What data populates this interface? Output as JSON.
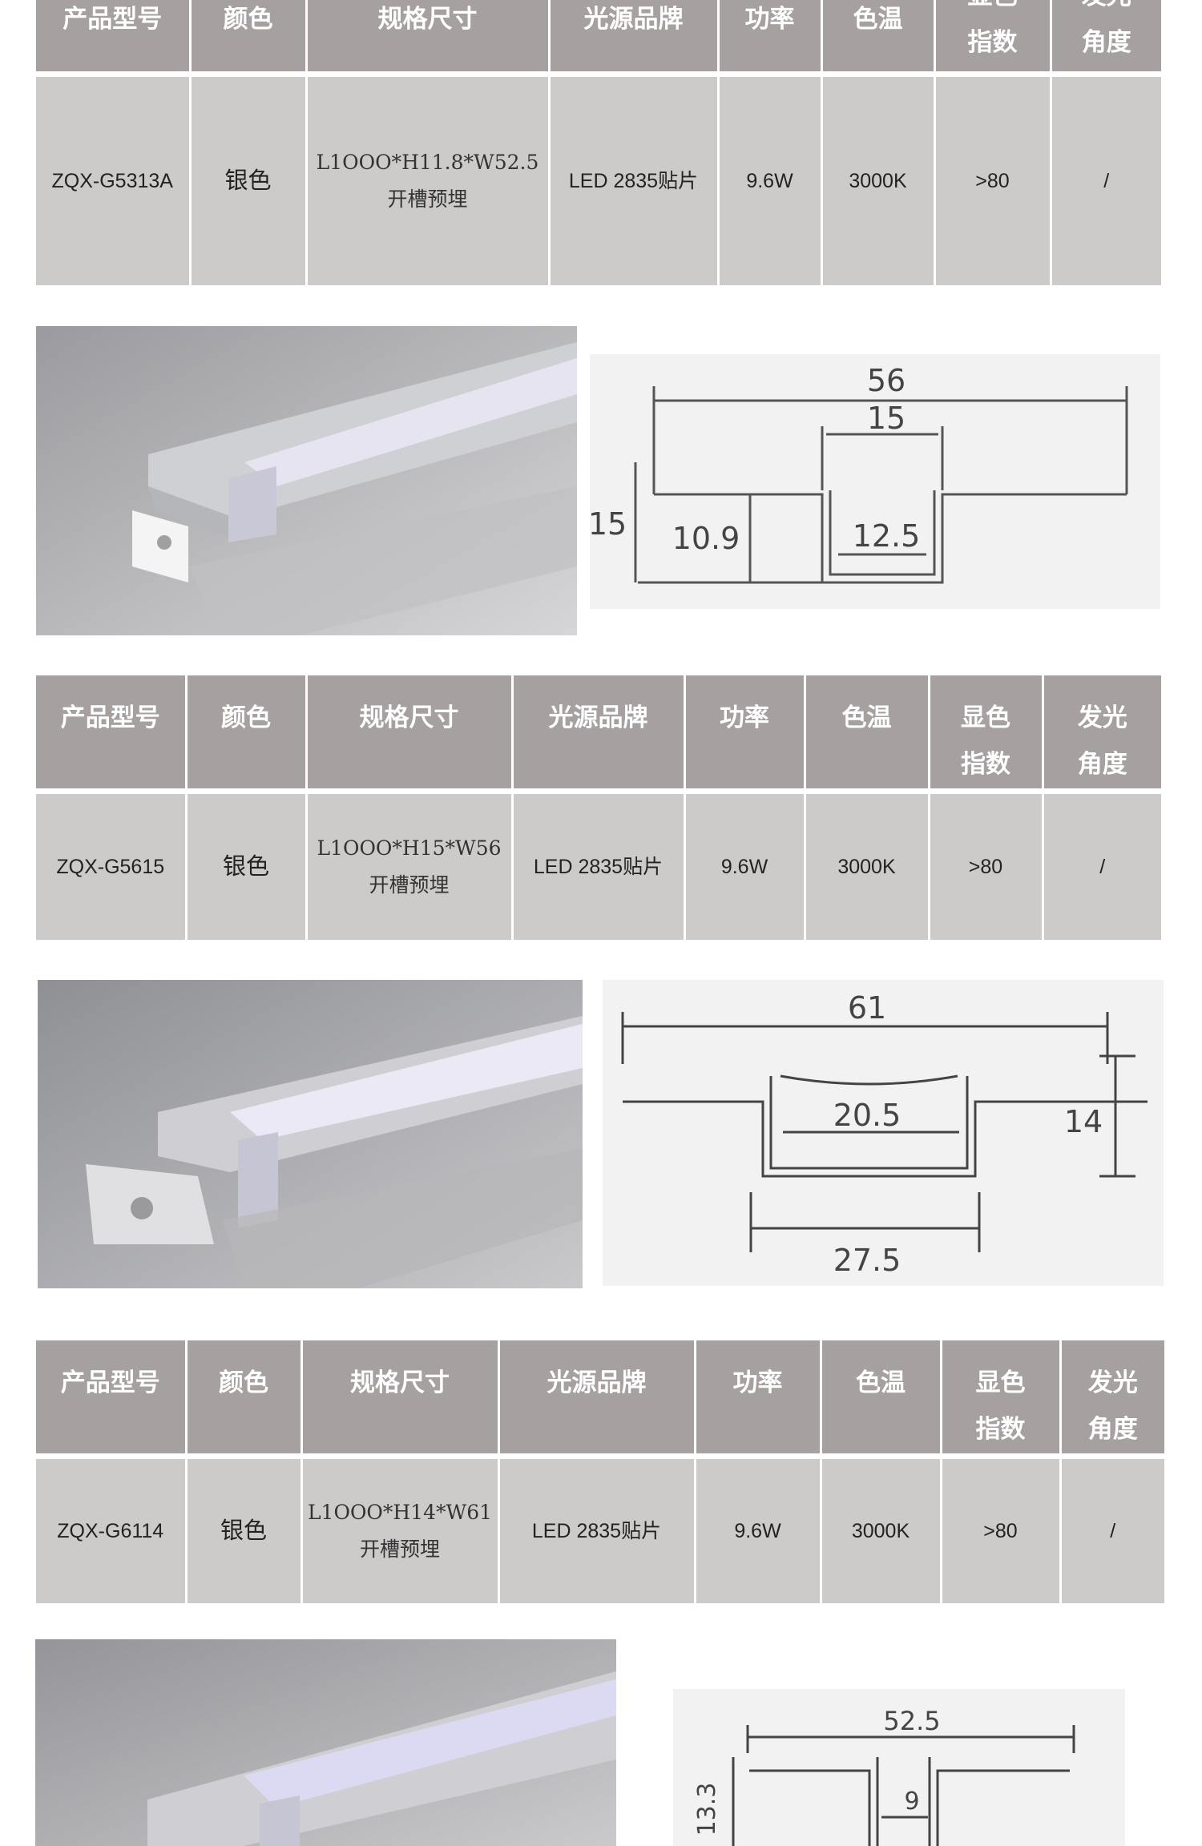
{
  "headers": {
    "model": "产品型号",
    "color": "颜色",
    "spec": "规格尺寸",
    "brand": "光源品牌",
    "power": "功率",
    "temp": "色温",
    "cri_1": "显色",
    "cri_2": "指数",
    "angle_1": "发光",
    "angle_2": "角度"
  },
  "products": [
    {
      "model": "ZQX-G5313A",
      "color": "银色",
      "spec_line1": "L1OOO*H11.8*W52.5",
      "spec_line2": "开槽预埋",
      "brand": "LED 2835贴片",
      "power": "9.6W",
      "temp": "3000K",
      "cri": ">80",
      "angle": "/"
    },
    {
      "model": "ZQX-G5615",
      "color": "银色",
      "spec_line1": "L1OOO*H15*W56",
      "spec_line2": "开槽预埋",
      "brand": "LED 2835贴片",
      "power": "9.6W",
      "temp": "3000K",
      "cri": ">80",
      "angle": "/"
    },
    {
      "model": "ZQX-G6114",
      "color": "银色",
      "spec_line1": "L1OOO*H14*W61",
      "spec_line2": "开槽预埋",
      "brand": "LED 2835贴片",
      "power": "9.6W",
      "temp": "3000K",
      "cri": ">80",
      "angle": "/"
    }
  ],
  "diagrams": [
    {
      "width": "56",
      "channel": "15",
      "height": "15",
      "depth": "10.9",
      "inner": "12.5"
    },
    {
      "width": "61",
      "inner": "20.5",
      "height": "14",
      "outer": "27.5"
    },
    {
      "width": "52.5",
      "height": "13.3",
      "inner": "9"
    }
  ],
  "colors": {
    "header_bg": "#a6a1a0",
    "row_bg": "#cdcbca",
    "diagram_bg": "#f2f2f2",
    "line": "#555555"
  }
}
